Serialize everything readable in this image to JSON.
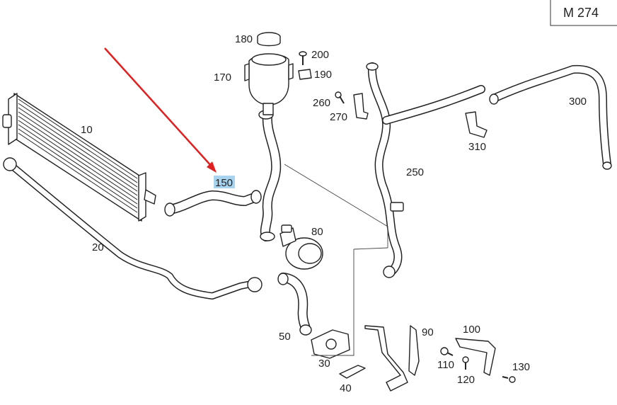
{
  "diagram_id": "M 274",
  "highlight_color": "#a8d4f0",
  "arrow_color": "#e02020",
  "highlighted_part": "150",
  "callouts": {
    "p10": "10",
    "p20": "20",
    "p30": "30",
    "p40": "40",
    "p50": "50",
    "p80": "80",
    "p90": "90",
    "p100": "100",
    "p110": "110",
    "p120": "120",
    "p130": "130",
    "p150": "150",
    "p170": "170",
    "p180": "180",
    "p190": "190",
    "p200": "200",
    "p250": "250",
    "p260": "260",
    "p270": "270",
    "p300": "300",
    "p310": "310"
  }
}
